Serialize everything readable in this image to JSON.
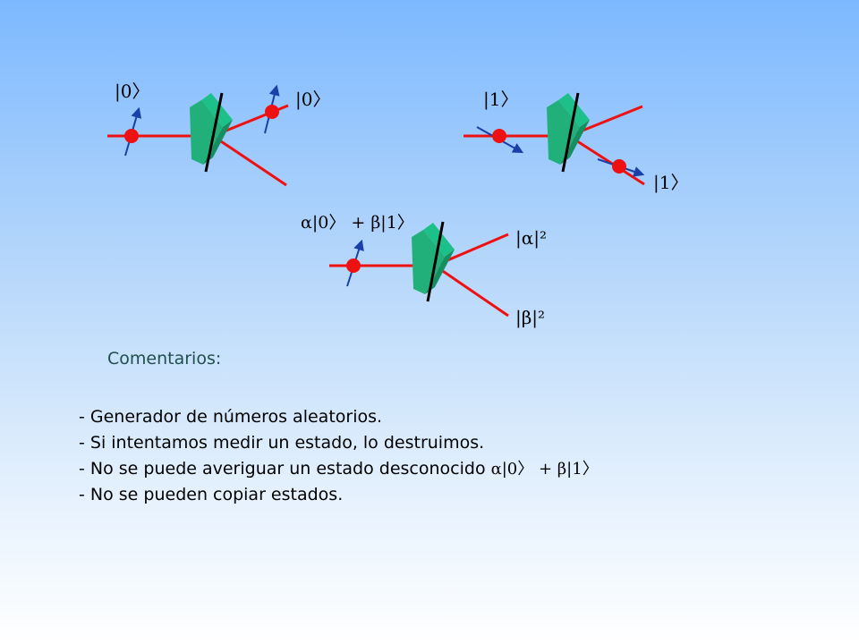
{
  "diagrams": {
    "top_left": {
      "input_state": "|0〉",
      "output_state": "|0〉"
    },
    "top_right": {
      "input_state": "|1〉",
      "output_state": "|1〉"
    },
    "bottom": {
      "input_state": "α|0〉 + β|1〉",
      "output_upper_probability": "|α|²",
      "output_lower_probability": "|β|²"
    }
  },
  "comments": {
    "heading": "Comentarios:",
    "items": [
      "- Generador de números aleatorios.",
      "- Si intentamos medir un estado, lo destruimos.",
      "- No se puede averiguar un estado desconocido",
      "- No se pueden copiar estados."
    ],
    "inline_state": "α|0〉 + β|1〉"
  },
  "colors": {
    "beam": "#ee1111",
    "photon": "#ee1111",
    "polarization_arrow": "#1a3fa8",
    "polarizer_face": "#22b07a",
    "polarizer_side": "#168e5f",
    "polarizer_axis": "#000000",
    "heading_text": "#1f4f4a"
  }
}
